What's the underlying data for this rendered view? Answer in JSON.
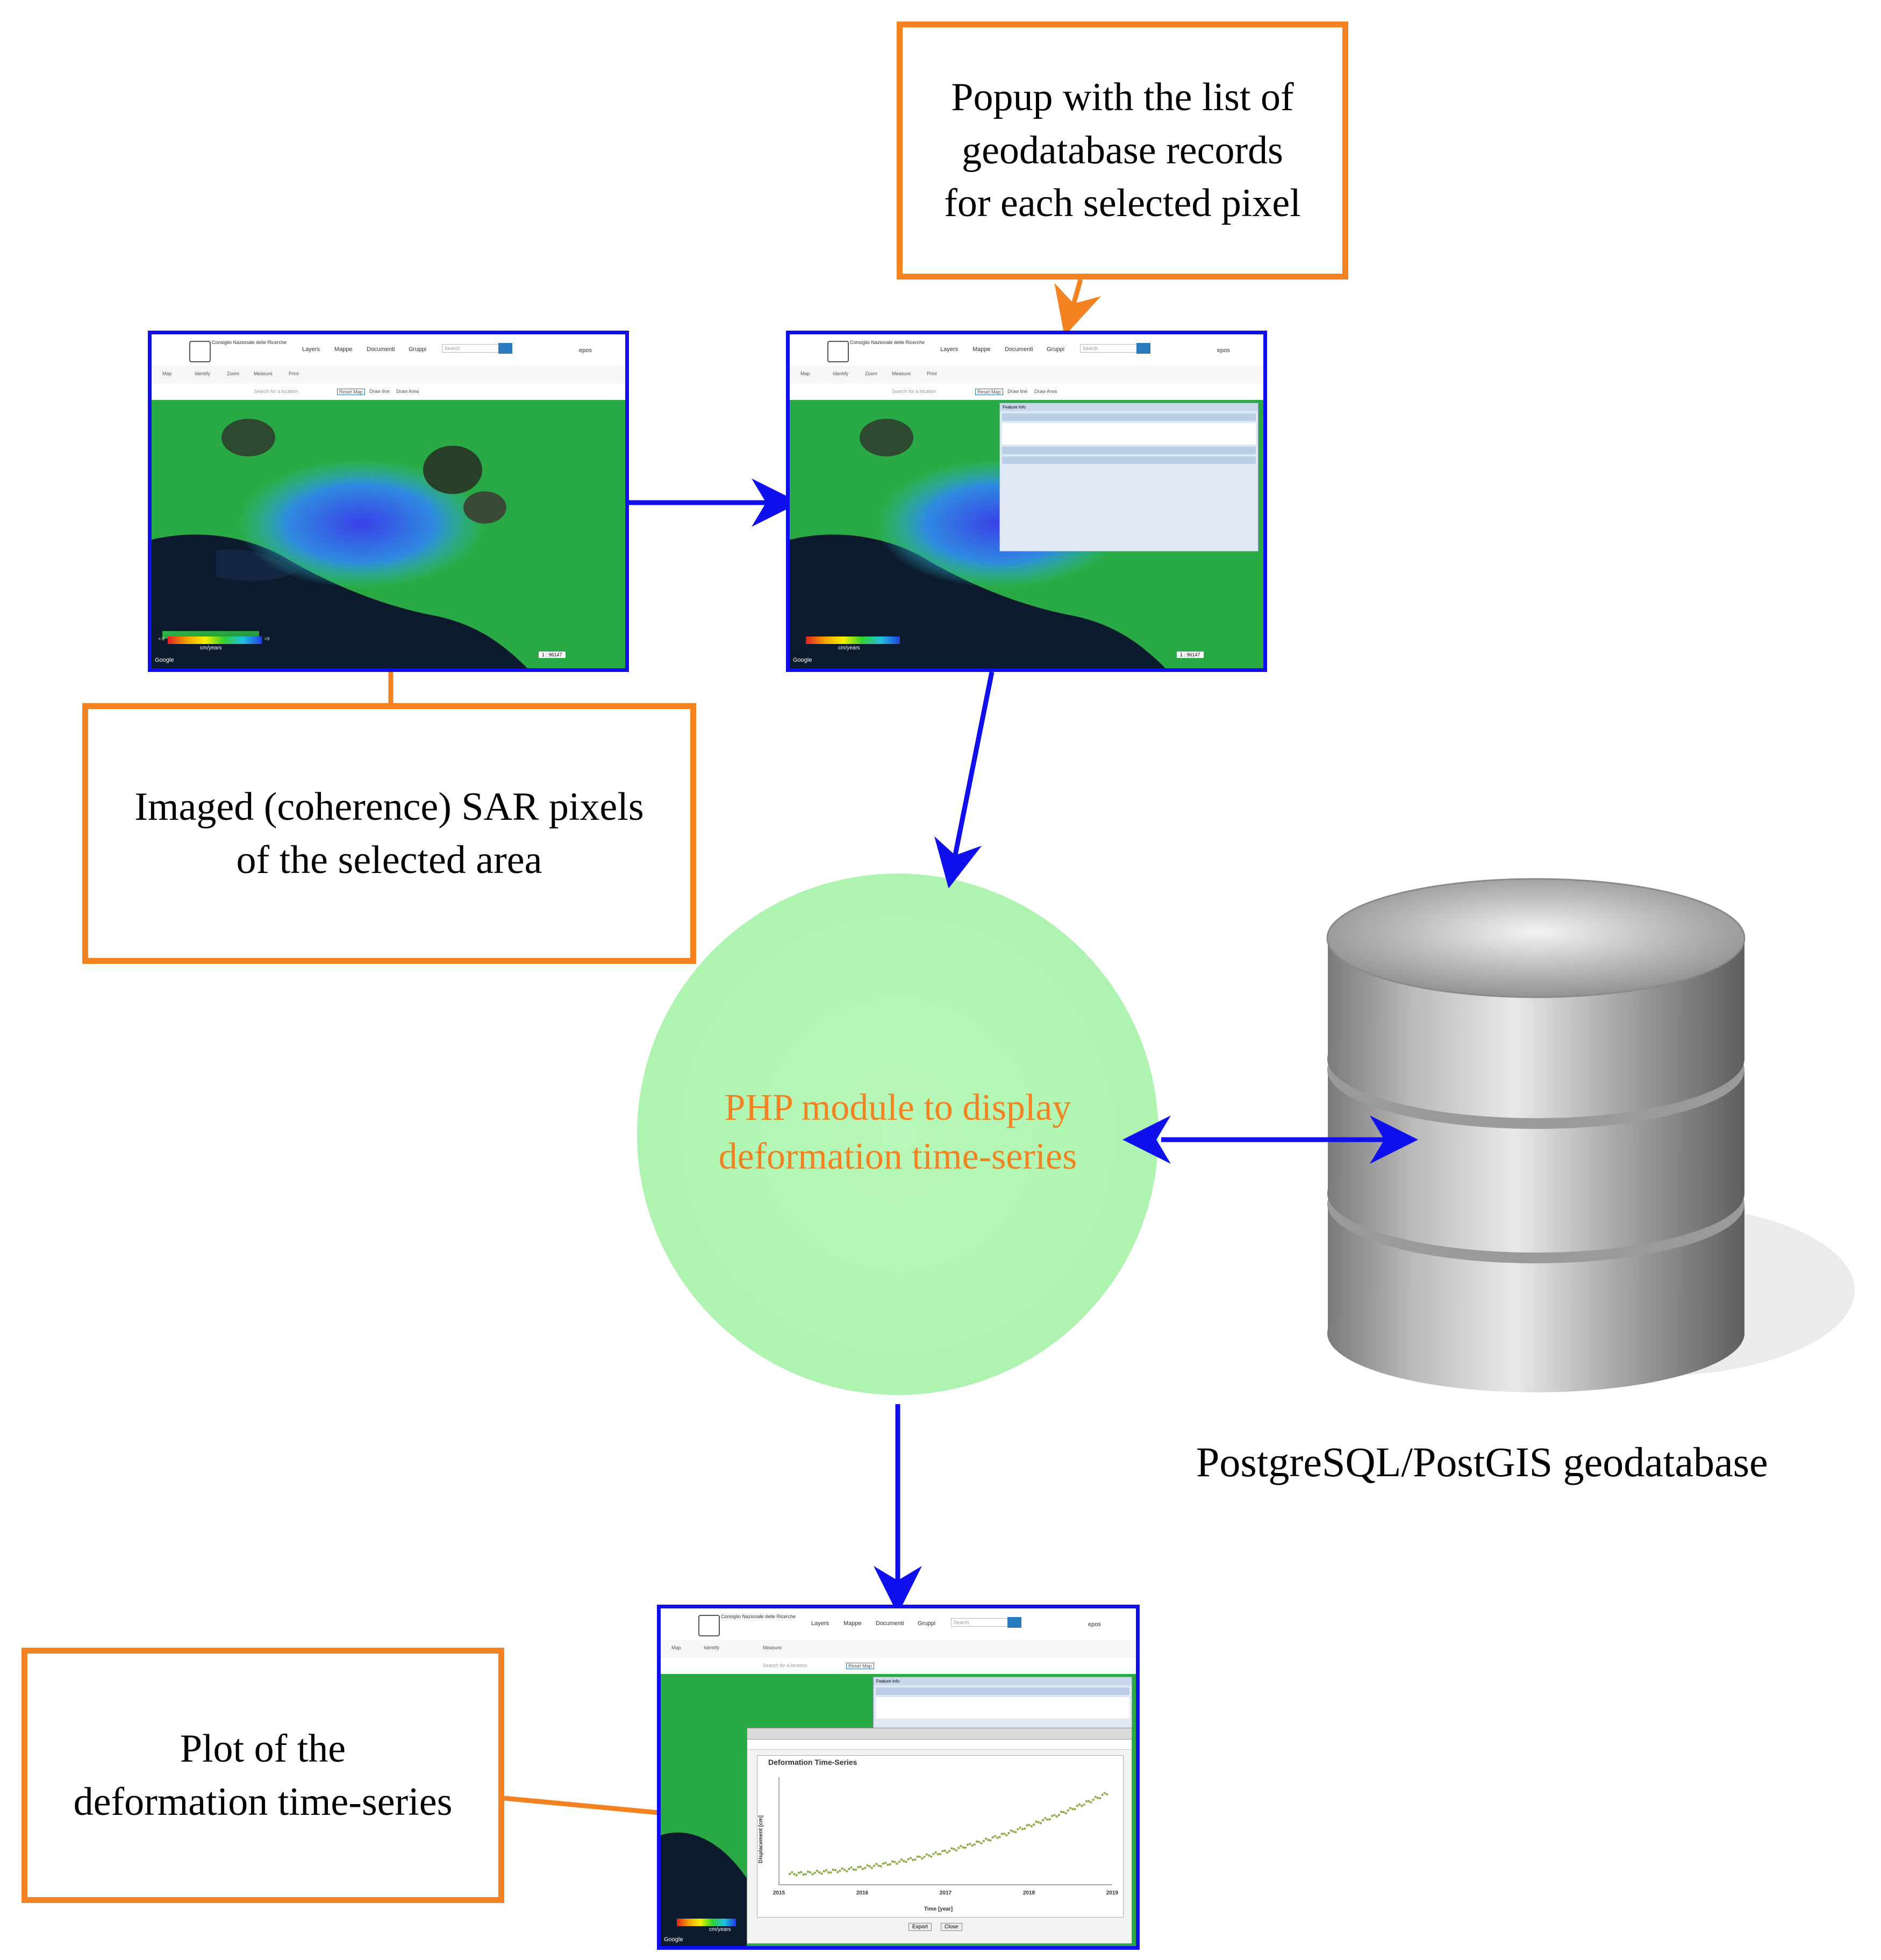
{
  "callouts": {
    "popup_note": [
      "Popup with the list of",
      "geodatabase records",
      "for each selected pixel"
    ],
    "pixels_note": [
      "Imaged (coherence) SAR pixels",
      "of the selected area"
    ],
    "plot_note": [
      "Plot of the",
      "deformation time-series"
    ]
  },
  "center_module": [
    "PHP module to display",
    "deformation time-series"
  ],
  "database_label": "PostgreSQL/PostGIS geodatabase",
  "screenshot_ui": {
    "org_name": "Consiglio Nazionale delle Ricerche",
    "nav_items": [
      "Layers",
      "Mappe",
      "Documenti",
      "Gruppi"
    ],
    "search_placeholder": "Search",
    "logo_text": "epos",
    "toolbar_items": [
      "Map",
      "Identify",
      "Zoom",
      "Measure",
      "Print"
    ],
    "tool_search_placeholder": "Search for a location",
    "tool_buttons": [
      "Reset Map",
      "Draw line",
      "Draw Area"
    ],
    "legend_unit": "cm/years",
    "legend_min": "<-3",
    "legend_max": ">3",
    "attribution": "Google",
    "scale": "1 : 96147",
    "popup_title": "Feature Info",
    "plot_window_title": "Deformation Time-Series",
    "plot_xlabel": "Time [year]",
    "plot_ylabel": "Displacement [cm]",
    "plot_years": [
      "2015",
      "2016",
      "2017",
      "2018",
      "2019"
    ],
    "plot_buttons": [
      "Export",
      "Close"
    ]
  },
  "colors": {
    "callout_border": "#f58220",
    "arrow_blue": "#1010ee",
    "arrow_orange": "#f58220",
    "circle_fill": "#b4f7b6",
    "circle_text": "#f58220"
  }
}
